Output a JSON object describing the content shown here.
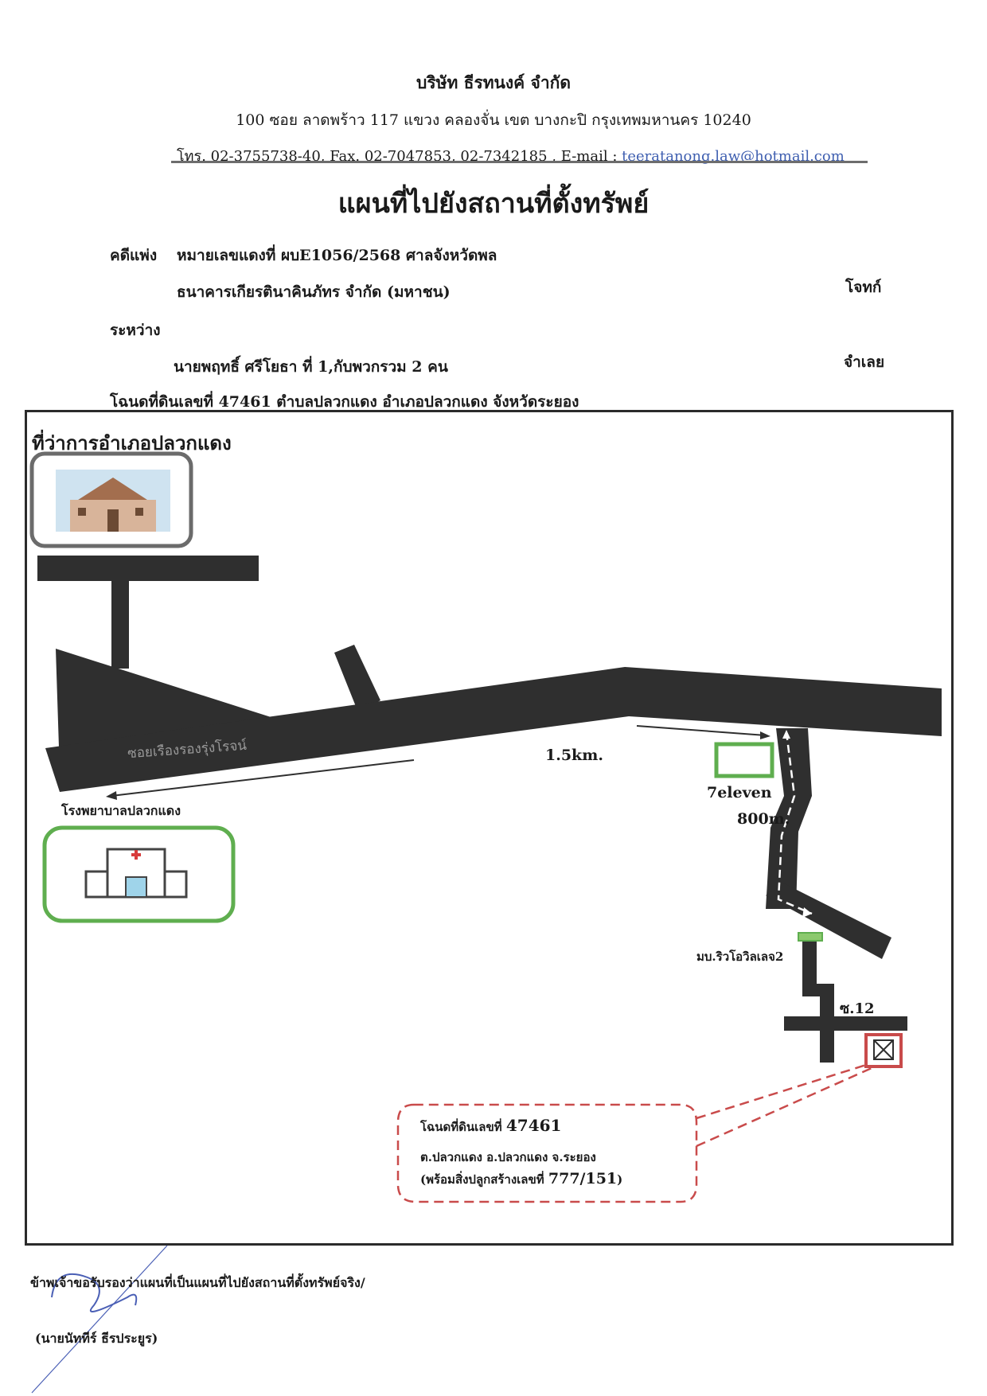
{
  "header": {
    "company": "บริษัท ธีรทนงค์ จำกัด",
    "address": "100 ซอย ลาดพร้าว 117 แขวง คลองจั่น เขต บางกะปิ กรุงเทพมหานคร 10240",
    "contact_prefix": "โทร. 02-3755738-40, Fax. 02-7047853, 02-7342185 , E-mail : ",
    "email": "teeratanong.law@hotmail.com"
  },
  "title": "แผนที่ไปยังสถานที่ตั้งทรัพย์",
  "case": {
    "label": "คดีแพ่ง",
    "number": "หมายเลขแดงที่ ผบE1056/2568 ศาลจังหวัดพล",
    "plaintiff": "ธนาคารเกียรตินาคินภัทร จำกัด (มหาชน)",
    "plaintiff_role": "โจทก์",
    "between": "ระหว่าง",
    "defendant": "นายพฤทธิ์ ศรีโยธา ที่ 1,กับพวกรวม 2 คน",
    "defendant_role": "จำเลย",
    "deed": "โฉนดที่ดินเลขที่ 47461 ตำบลปลวกแดง อำเภอปลวกแดง จังหวัดระยอง"
  },
  "map": {
    "district_office": "ที่ว่าการอำเภอปลวกแดง",
    "hospital": "โรงพยาบาลปลวกแดง",
    "road_name": "ซอยเรืองรองรุ่งโรจน์",
    "distance_main": "1.5km.",
    "store": "7eleven",
    "distance_branch": "800m.",
    "village": "มบ.ริวโอวิลเลจ2",
    "soi": "ซ.12",
    "callout": {
      "line1_prefix": "โฉนดที่ดินเลขที่",
      "line1_number": "47461",
      "line2": "ต.ปลวกแดง อ.ปลวกแดง จ.ระยอง",
      "line3_prefix": "(พร้อมสิ่งปลูกสร้างเลขที่",
      "line3_number": "777/151",
      "line3_suffix": ")"
    },
    "colors": {
      "road": "#2f2f2f",
      "store": "#5fae4f",
      "hospital_frame": "#5fae4f",
      "property": "#c94b4b",
      "callout": "#c94b4b",
      "office_frame": "#6b6b6b"
    }
  },
  "footer": {
    "certify": "ข้าพเจ้าขอรับรองว่าแผนที่เป็นแผนที่ไปยังสถานที่ตั้งทรัพย์จริง/",
    "signer": "(นายนัททีร์ ธีรประยูร)"
  }
}
